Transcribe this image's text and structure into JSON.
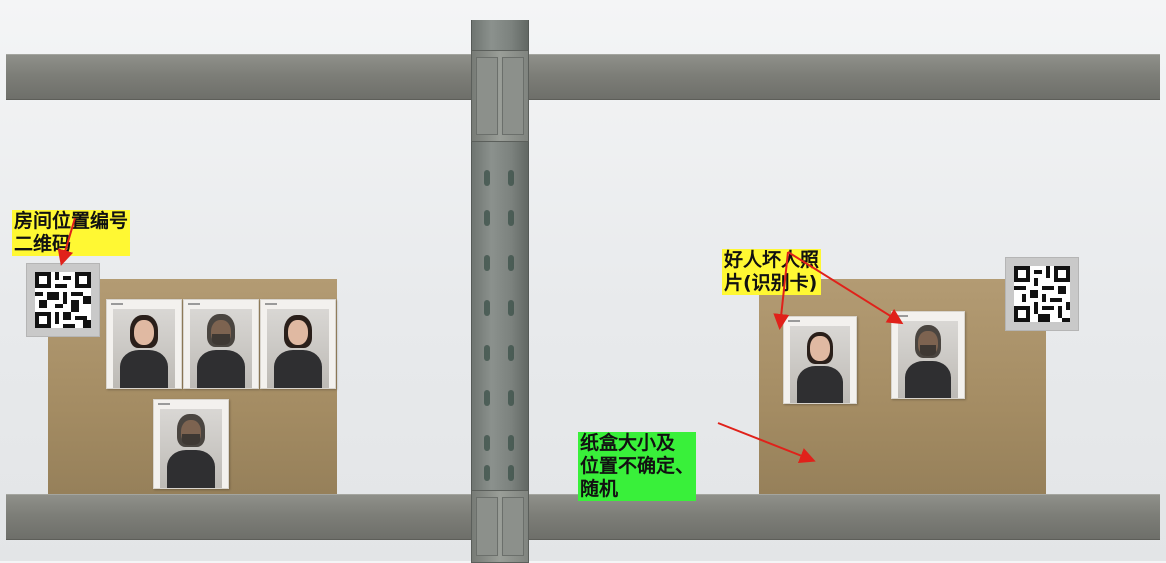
{
  "annotations": {
    "qr_label": [
      "房间位置编号",
      "二维码"
    ],
    "photo_label": [
      "好人坏人照",
      "片(识别卡)"
    ],
    "box_label": [
      "纸盒大小及",
      "位置不确定、",
      "随机"
    ]
  },
  "colors": {
    "label_yellow": "#fff833",
    "label_green": "#39f03a",
    "arrow_red": "#e0211a",
    "cardboard": "#a48c63",
    "beam_gray": "#7d7e78"
  },
  "left_box": {
    "photos": [
      "woman",
      "man",
      "woman",
      "man"
    ]
  },
  "right_box": {
    "photos": [
      "woman",
      "man"
    ]
  },
  "icons": [
    "qr-code-icon",
    "qr-code-icon"
  ]
}
